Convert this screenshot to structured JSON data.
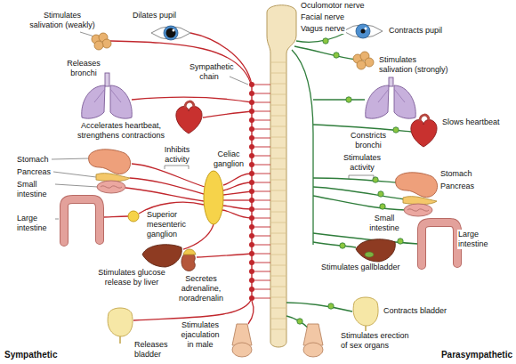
{
  "diagram": {
    "labels": [
      "Oculomotor nerve",
      "Stimulates salivation (weakly)",
      "Dilates pupil",
      "Facial nerve",
      "Contracts pupil",
      "Vagus nerve",
      "Releases bronchi",
      "Stimulates salivation (strongly)",
      "Sympathetic chain",
      "Constricts bronchi",
      "Slows heartbeat",
      "Accelerates heartbeat, strengthens contractions",
      "Inhibits activity",
      "Stimulates activity",
      "Stomach",
      "Celiac ganglion",
      "Stomach",
      "Pancreas",
      "Pancreas",
      "Small intestine",
      "Small intestine",
      "Large intestine",
      "Superior mesenteric ganglion",
      "Large intestine",
      "Stimulates gallbladder",
      "Stimulates glucose release by liver",
      "Secretes adrenaline, noradrenalin",
      "Contracts bladder",
      "Stimulates ejaculation in male",
      "Stimulates erection of sex organs",
      "Releases bladder",
      "Sympathetic",
      "Parasympathetic"
    ]
  }
}
